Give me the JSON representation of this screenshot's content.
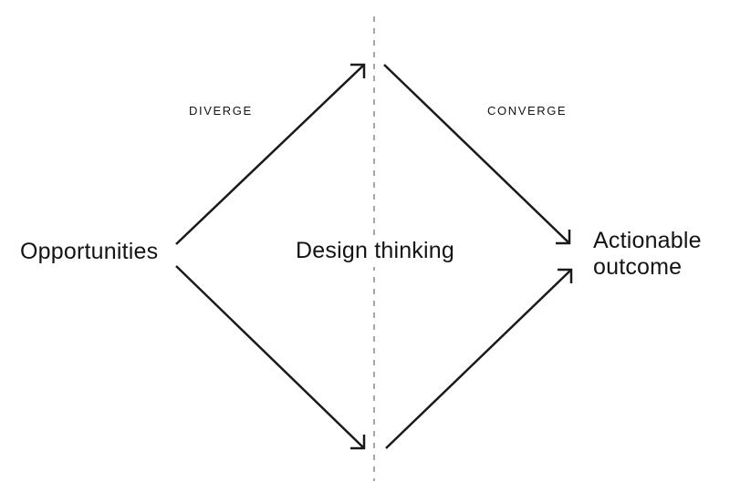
{
  "diagram": {
    "title": "Design thinking",
    "left_label": "Opportunities",
    "right_label": "Actionable outcome",
    "phase_left": "DIVERGE",
    "phase_right": "CONVERGE"
  },
  "colors": {
    "arrow": "#1a1a1a",
    "dash": "#a6a6a6",
    "text": "#141414",
    "background": "#ffffff"
  }
}
